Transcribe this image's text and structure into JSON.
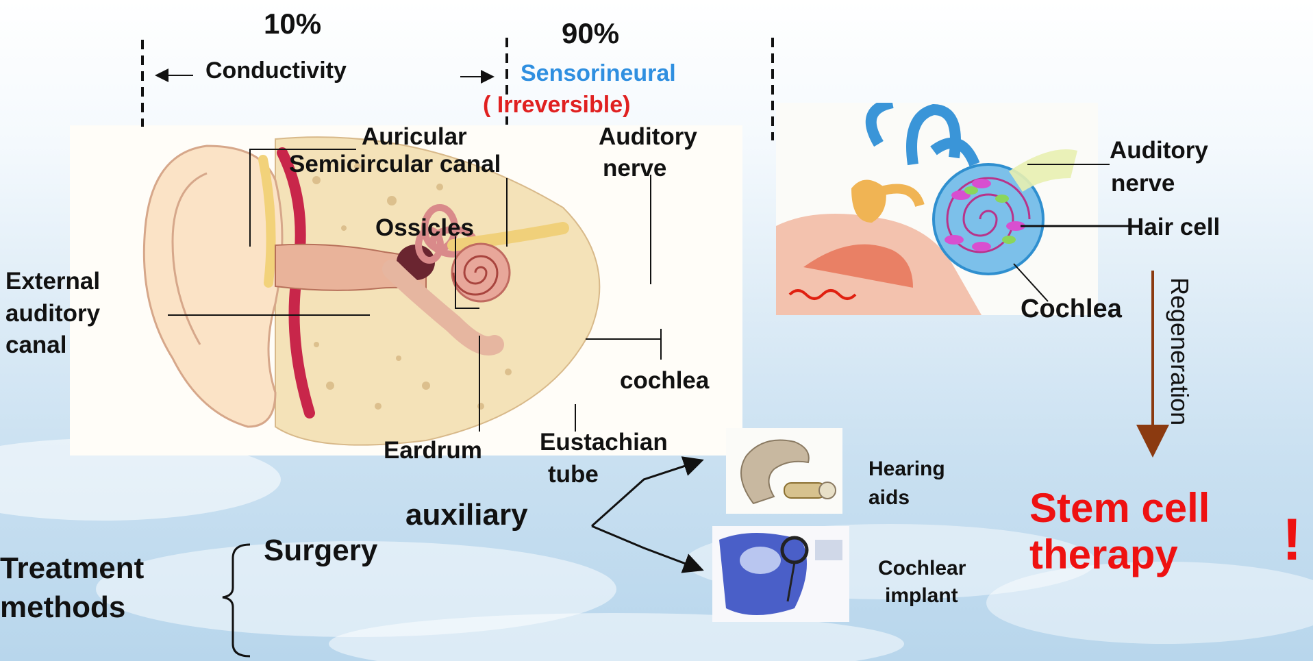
{
  "header": {
    "conductive_percent": "10%",
    "sensorineural_percent": "90%",
    "conductivity_label": "Conductivity",
    "sensorineural_label": "Sensorineural",
    "irreversible_label": "( Irreversible)"
  },
  "ear_labels": {
    "auricular": "Auricular",
    "semicircular_canal": "Semicircular canal",
    "auditory_nerve_line1": "Auditory",
    "auditory_nerve_line2": "nerve",
    "ossicles": "Ossicles",
    "external_canal_line1": "External",
    "external_canal_line2": "auditory",
    "external_canal_line3": "canal",
    "cochlea": "cochlea",
    "eardrum": "Eardrum",
    "eustachian_line1": "Eustachian",
    "eustachian_line2": "tube"
  },
  "inner_ear_labels": {
    "auditory_nerve_line1": "Auditory",
    "auditory_nerve_line2": "nerve",
    "hair_cell": "Hair cell",
    "cochlea": "Cochlea",
    "regeneration": "Regeneration"
  },
  "treatment": {
    "label_line1": "Treatment",
    "label_line2": "methods",
    "surgery": "Surgery",
    "auxiliary": "auxiliary",
    "hearing_aids_line1": "Hearing",
    "hearing_aids_line2": "aids",
    "cochlear_implant_line1": "Cochlear",
    "cochlear_implant_line2": "implant"
  },
  "stem_cell": {
    "line1": "Stem cell",
    "line2": "therapy",
    "exclamation": "!"
  },
  "colors": {
    "sensorineural": "#2f8fe0",
    "irreversible": "#e02020",
    "stem_cell": "#ee1111",
    "regeneration_arrow": "#8b3a10"
  }
}
